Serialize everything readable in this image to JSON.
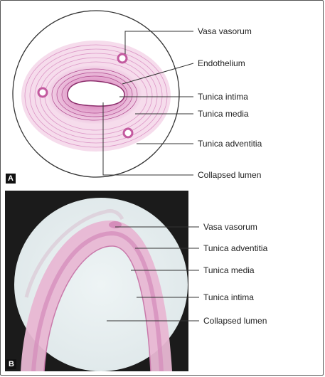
{
  "panel_a": {
    "tag": "A",
    "labels": {
      "vasa_vasorum": "Vasa vasorum",
      "endothelium": "Endothelium",
      "tunica_intima": "Tunica intima",
      "tunica_media": "Tunica media",
      "tunica_adventitia": "Tunica adventitia",
      "collapsed_lumen": "Collapsed lumen"
    }
  },
  "panel_b": {
    "tag": "B",
    "labels": {
      "vasa_vasorum": "Vasa vasorum",
      "tunica_adventitia": "Tunica adventitia",
      "tunica_media": "Tunica media",
      "tunica_intima": "Tunica intima",
      "collapsed_lumen": "Collapsed lumen"
    }
  },
  "colors": {
    "stain_pink": "#d77fb8",
    "stain_light": "#efc6df",
    "field_bg": "#e9f0f1",
    "leader": "#333333"
  }
}
